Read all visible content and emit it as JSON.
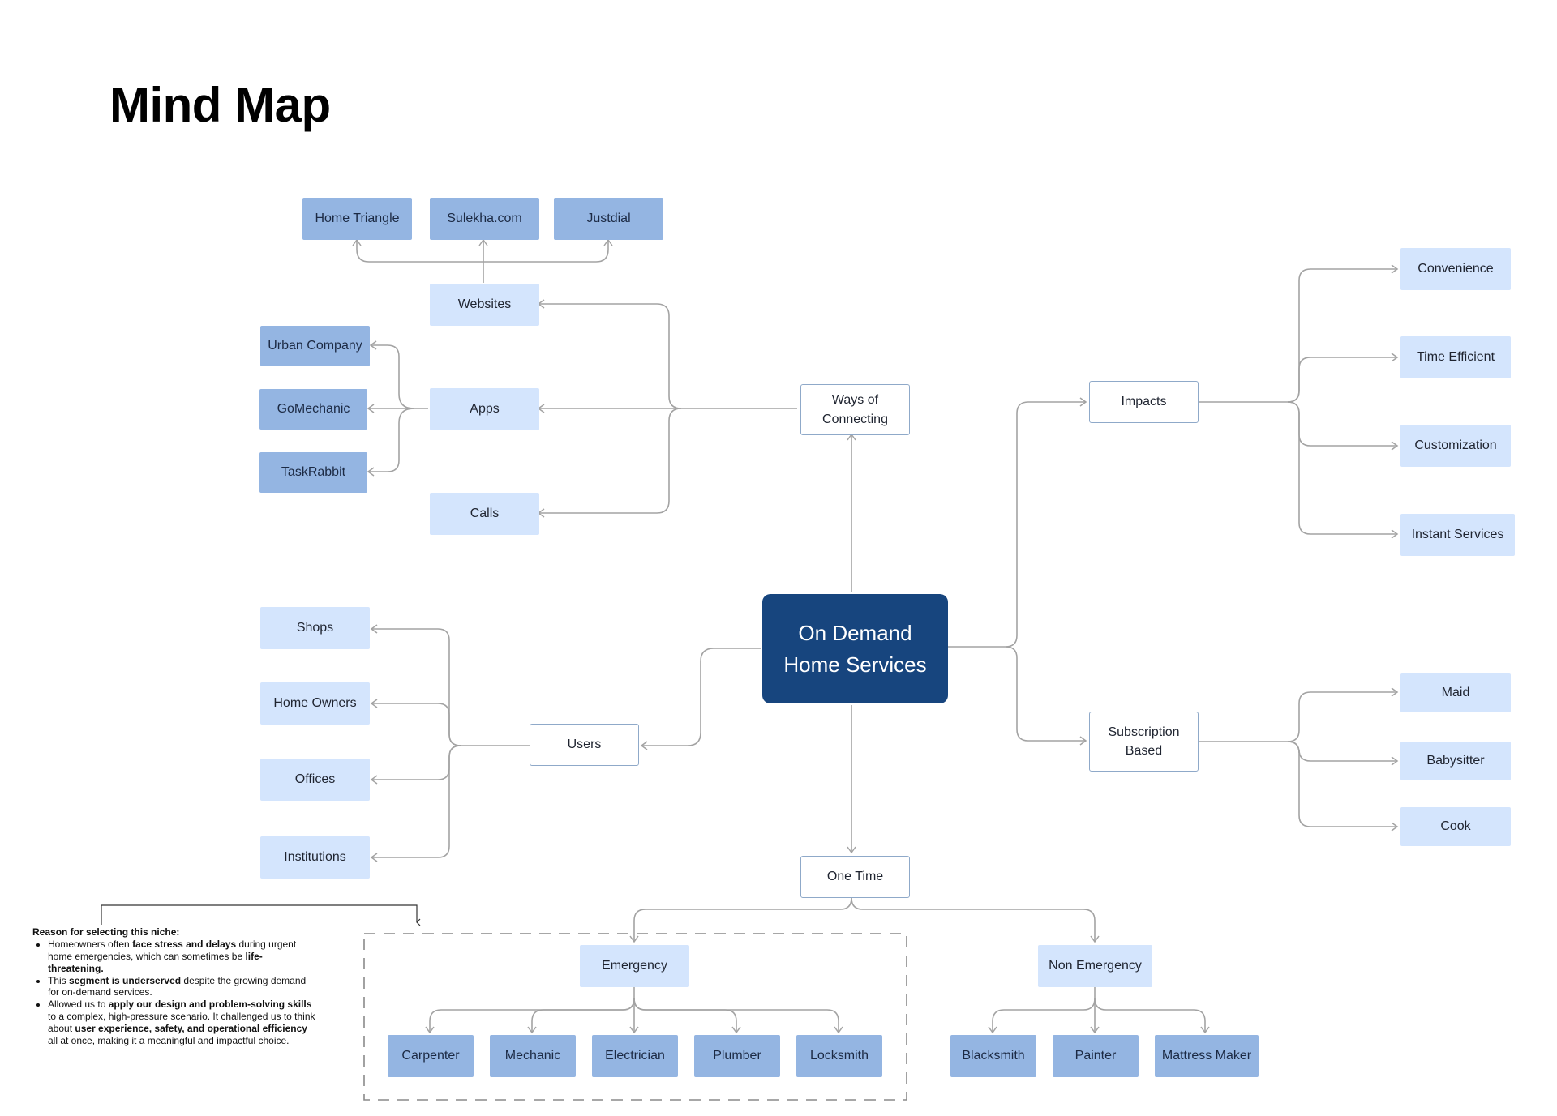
{
  "title": "Mind Map",
  "center": "On Demand\nHome Services",
  "branches": {
    "ways": {
      "label": "Ways of\nConnecting",
      "websites": {
        "label": "Websites",
        "items": [
          "Home Triangle",
          "Sulekha.com",
          "Justdial"
        ]
      },
      "apps": {
        "label": "Apps",
        "items": [
          "Urban Company",
          "GoMechanic",
          "TaskRabbit"
        ]
      },
      "calls": {
        "label": "Calls"
      }
    },
    "impacts": {
      "label": "Impacts",
      "items": [
        "Convenience",
        "Time Efficient",
        "Customization",
        "Instant Services"
      ]
    },
    "subscription": {
      "label": "Subscription\nBased",
      "items": [
        "Maid",
        "Babysitter",
        "Cook"
      ]
    },
    "users": {
      "label": "Users",
      "items": [
        "Shops",
        "Home Owners",
        "Offices",
        "Institutions"
      ]
    },
    "onetime": {
      "label": "One Time",
      "emergency": {
        "label": "Emergency",
        "items": [
          "Carpenter",
          "Mechanic",
          "Electrician",
          "Plumber",
          "Locksmith"
        ]
      },
      "nonemergency": {
        "label": "Non Emergency",
        "items": [
          "Blacksmith",
          "Painter",
          "Mattress Maker"
        ]
      }
    }
  },
  "note": {
    "heading": "Reason for selecting this niche:",
    "bullets": [
      [
        {
          "t": "Homeowners often "
        },
        {
          "t": "face stress and delays",
          "b": true
        },
        {
          "t": " during urgent home emergencies, which can sometimes be "
        },
        {
          "t": "life-threatening.",
          "b": true
        }
      ],
      [
        {
          "t": "This "
        },
        {
          "t": "segment is underserved",
          "b": true
        },
        {
          "t": " despite the growing demand for on-demand services."
        }
      ],
      [
        {
          "t": "Allowed us to "
        },
        {
          "t": "apply our design and problem-solving skills",
          "b": true
        },
        {
          "t": " to a complex, high-pressure scenario. It challenged us to think about "
        },
        {
          "t": "user experience, safety, and operational efficiency",
          "b": true
        },
        {
          "t": " all at once, making it a meaningful and impactful choice."
        }
      ]
    ]
  },
  "colors": {
    "center_fill": "#17457e",
    "light_fill": "#d4e5fd",
    "mid_fill": "#94b5e2",
    "outline_border": "#8fa9c9",
    "connector": "#a3a3a3"
  }
}
